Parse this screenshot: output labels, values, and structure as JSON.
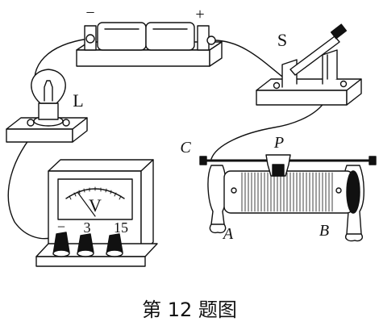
{
  "battery": {
    "minus_label": "−",
    "plus_label": "+"
  },
  "switch": {
    "label": "S"
  },
  "lamp": {
    "label": "L"
  },
  "voltmeter": {
    "dial_letter": "V",
    "terminal_minus": "−",
    "terminal_3": "3",
    "terminal_15": "15"
  },
  "rheostat": {
    "label_c": "C",
    "label_p": "P",
    "label_a": "A",
    "label_b": "B"
  },
  "caption": "第 12 题图"
}
